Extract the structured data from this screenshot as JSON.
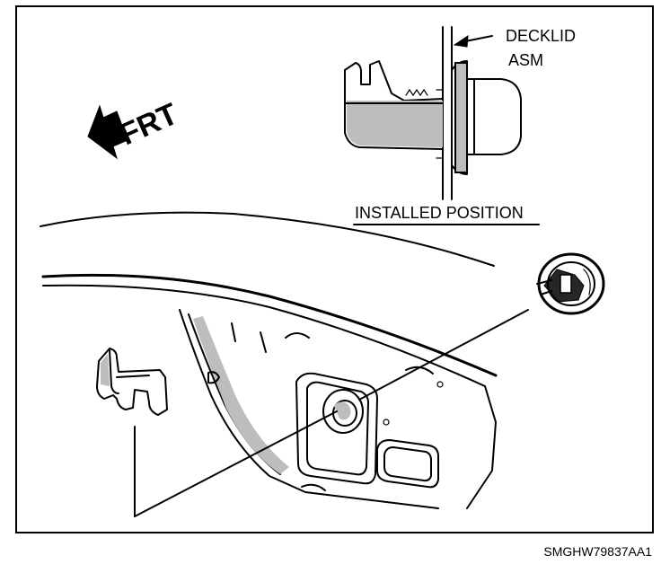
{
  "labels": {
    "decklid_line1": "DECKLID",
    "decklid_line2": "ASM",
    "installed_position": "INSTALLED POSITION",
    "front_arrow": "FRT",
    "figure_id": "SMGHW79837AA1"
  },
  "colors": {
    "ink": "#000000",
    "paper": "#ffffff",
    "shade": "#bdbdbd"
  }
}
